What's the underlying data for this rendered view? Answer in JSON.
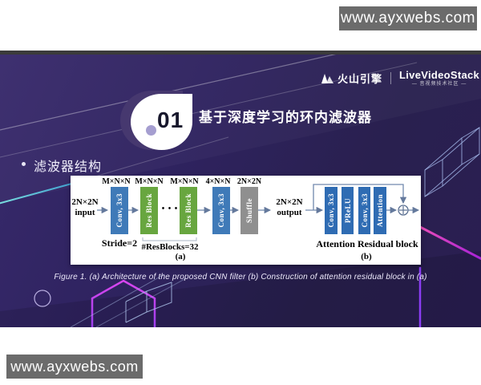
{
  "watermark": {
    "top": "www.ayxwebs.com",
    "bottom": "www.ayxwebs.com"
  },
  "header": {
    "volcano_logo": "火山引擎",
    "lvs_logo": "LiveVideoStack",
    "lvs_subtitle": "— 音视频技术社区 —"
  },
  "section": {
    "number": "01",
    "title": "基于深度学习的环内滤波器"
  },
  "bullet": "滤波器结构",
  "figure": {
    "caption": "Figure 1. (a) Architecture of the proposed CNN filter (b) Construction of attention residual block in (a)",
    "a": {
      "input": [
        "2N×2N",
        "input"
      ],
      "output": [
        "2N×2N",
        "output"
      ],
      "top_labels": [
        "M×N×N",
        "M×N×N",
        "M×N×N",
        "4×N×N",
        "2N×2N"
      ],
      "blocks": [
        {
          "label": "Conv, 3x3"
        },
        {
          "label": "Res Block"
        },
        {
          "label": "Res Block"
        },
        {
          "label": "Conv, 3x3"
        },
        {
          "label": "Shuffle"
        }
      ],
      "dots": "• • •",
      "stride": "Stride=2",
      "resblocks": "#ResBlocks=32",
      "tag": "(a)"
    },
    "b": {
      "blocks": [
        {
          "label": "Conv, 3x3"
        },
        {
          "label": "PReLU"
        },
        {
          "label": "Conv, 3x3"
        },
        {
          "label": "Attention"
        }
      ],
      "label": "Attention Residual block",
      "tag": "(b)"
    }
  },
  "colors": {
    "slide_bg": "#2f2360",
    "conv_blue": "#3f7ab8",
    "res_green": "#68a63f",
    "shuffle_gray": "#8f8f8f",
    "attention_blue": "#2f6cb3",
    "accent_cyan": "#55d0d8",
    "accent_magenta": "#d946ef",
    "accent_violet": "#8b3df5",
    "watermark_bg": "#6b6b6b"
  }
}
